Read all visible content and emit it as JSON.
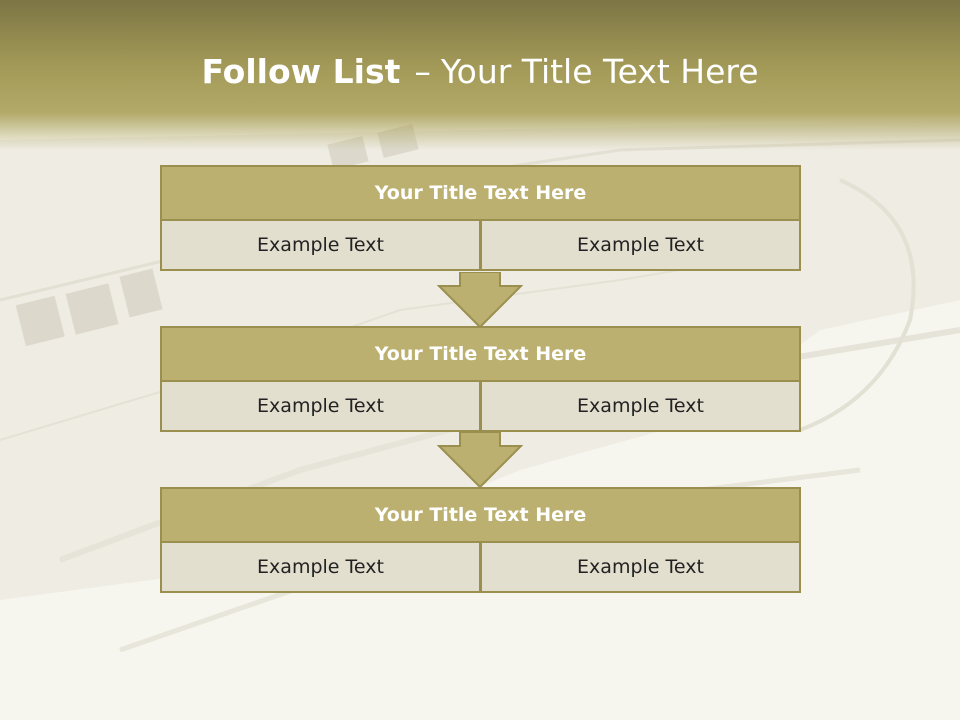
{
  "slide": {
    "title_bold": "Follow List",
    "title_separator": "–",
    "title_rest": "Your Title Text Here",
    "steps": [
      {
        "title": "Your Title Text Here",
        "left": "Example Text",
        "right": "Example Text"
      },
      {
        "title": "Your Title Text Here",
        "left": "Example Text",
        "right": "Example Text"
      },
      {
        "title": "Your Title Text Here",
        "left": "Example Text",
        "right": "Example Text"
      }
    ]
  },
  "colors": {
    "header_dark": "#7d7544",
    "header_light": "#b2a968",
    "box_title_fill": "#bcb070",
    "box_cell_fill": "#e3dfcf",
    "border": "#9a8f4e",
    "arrow_fill": "#bcb070"
  }
}
